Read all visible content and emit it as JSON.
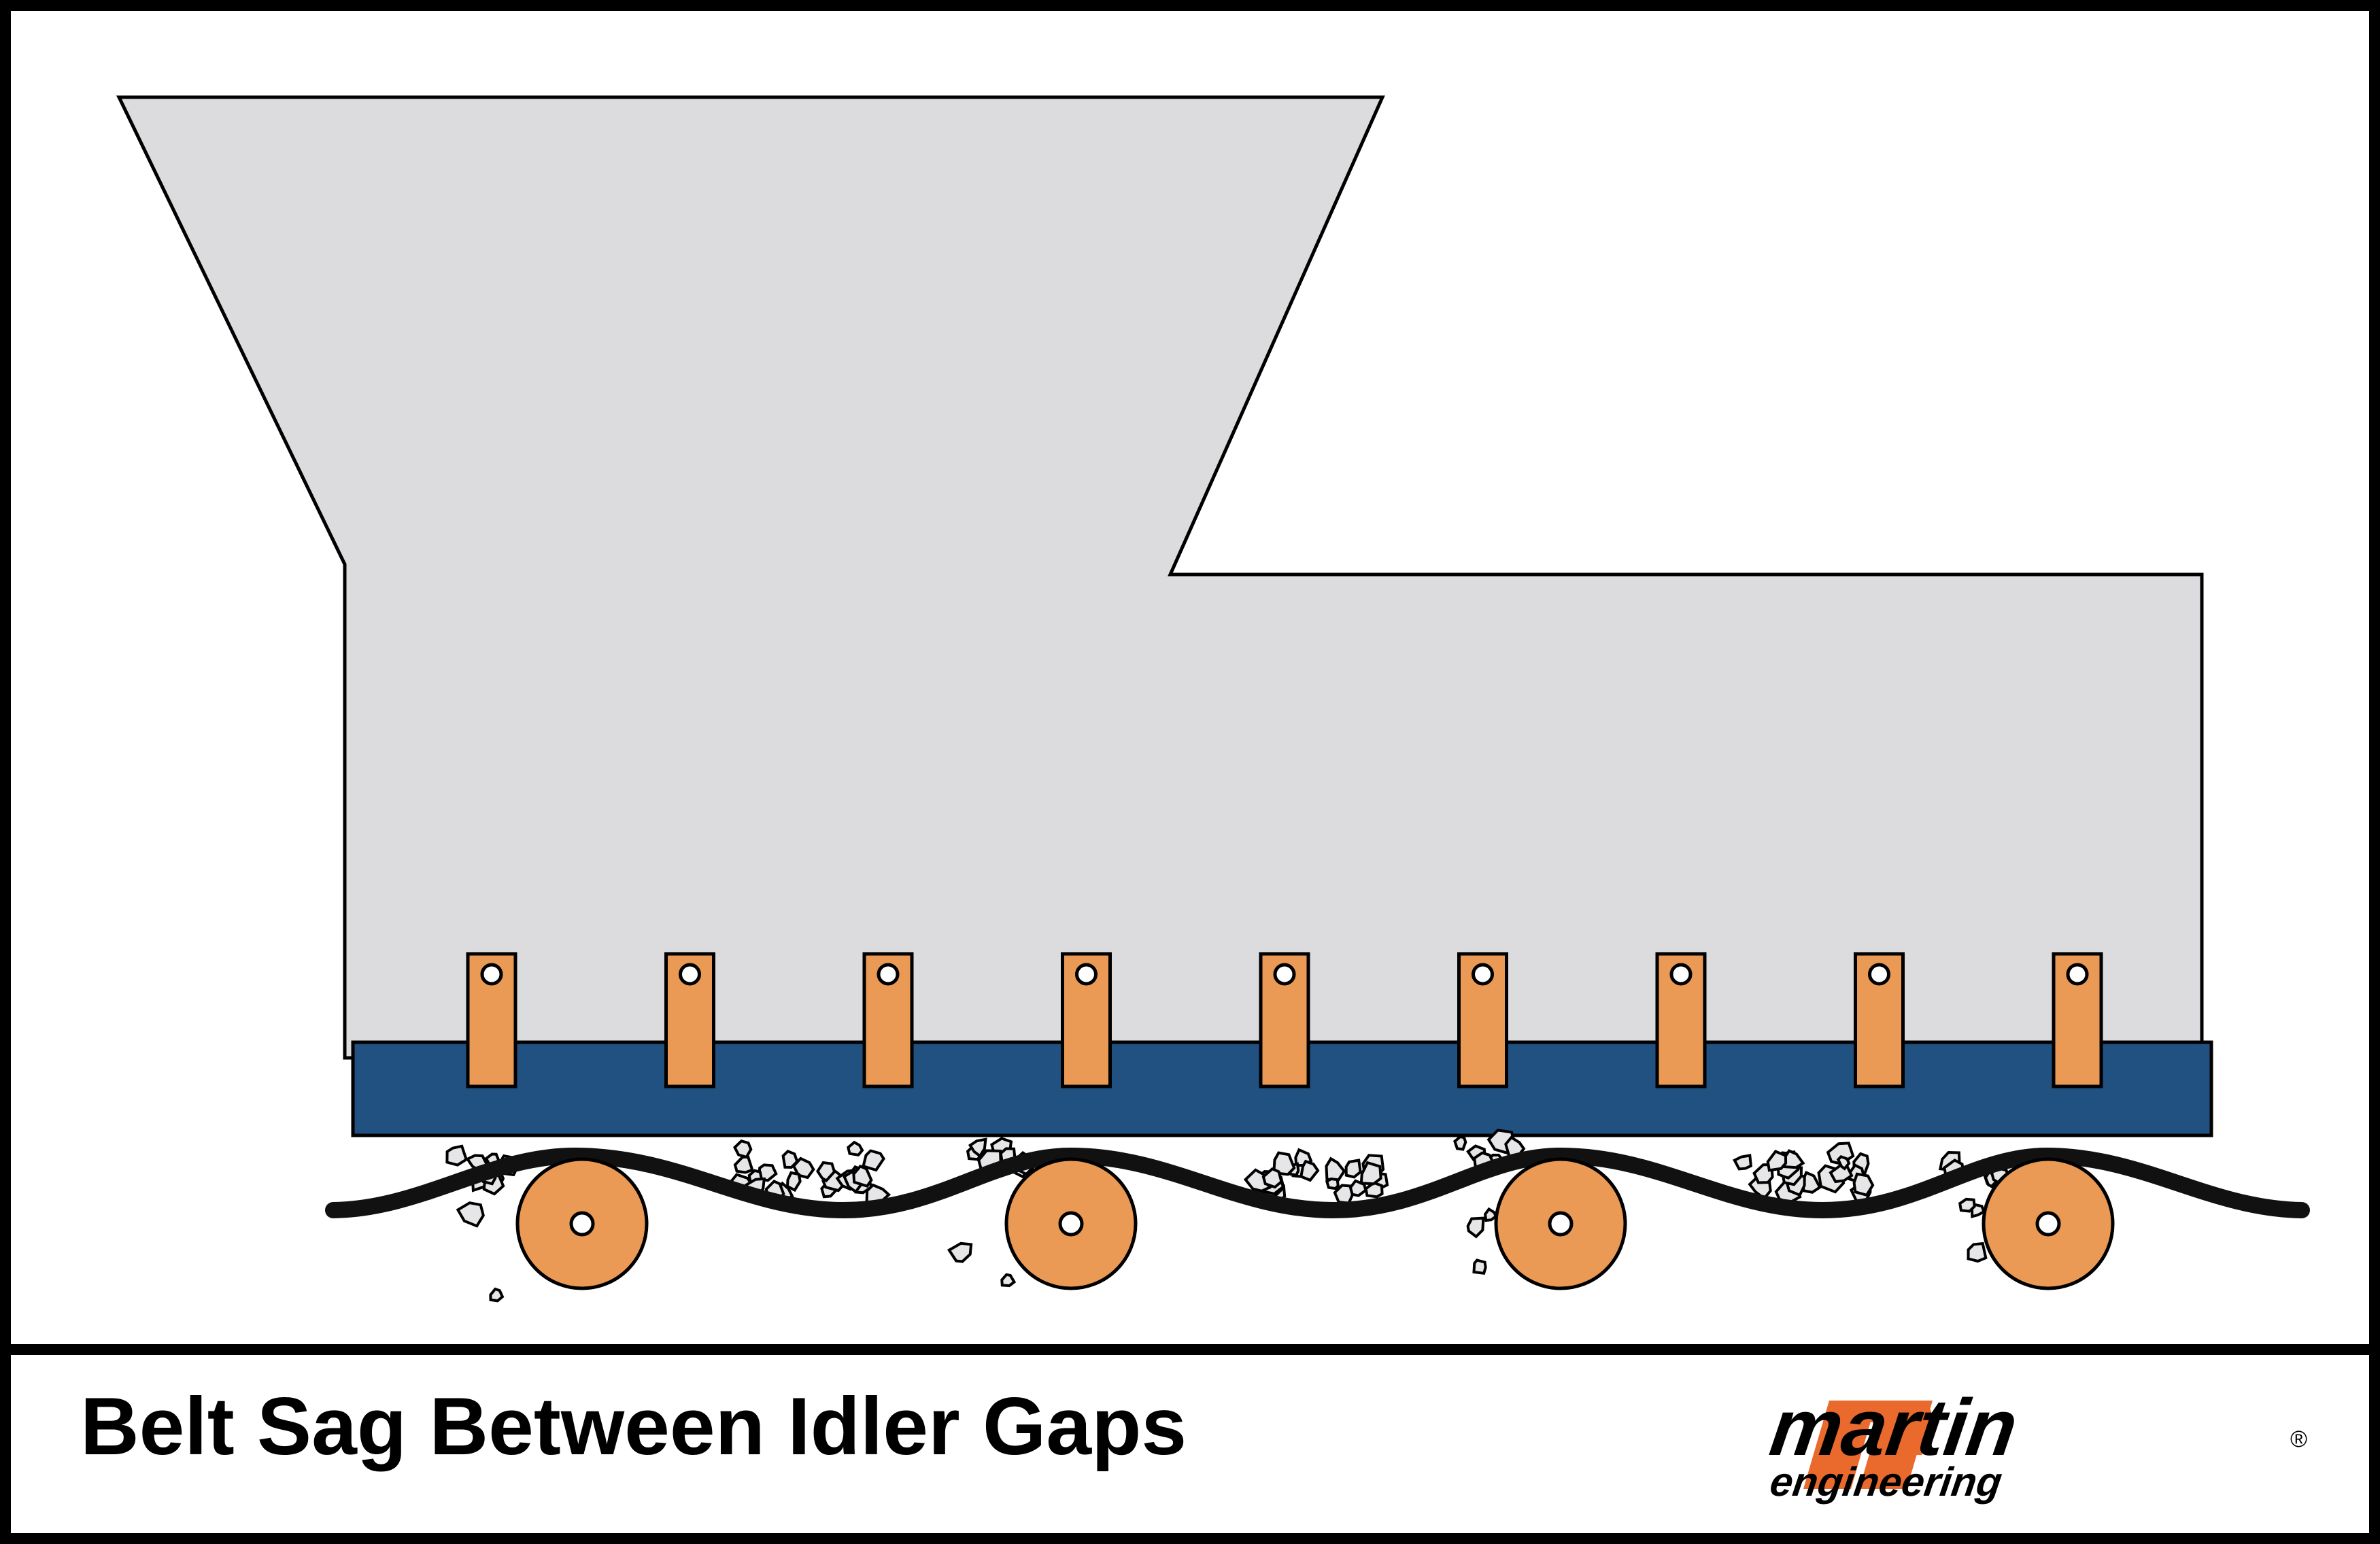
{
  "caption": "Belt Sag Between Idler Gaps",
  "logo": {
    "line1": "martin",
    "line2": "engineering",
    "registered_mark": "®",
    "icon": "martin-m-logo-icon"
  },
  "colors": {
    "chute": "#dcdcde",
    "skirtboard": "#215180",
    "clamp": "#ea9a54",
    "idler": "#ea9a54",
    "belt": "#111111",
    "spillage": "#e6e6e8",
    "logo_orange": "#ea6a2e",
    "outline": "#000000"
  },
  "diagram": {
    "clamp_count": 9,
    "idler_count": 4,
    "spill_piles": 7
  }
}
